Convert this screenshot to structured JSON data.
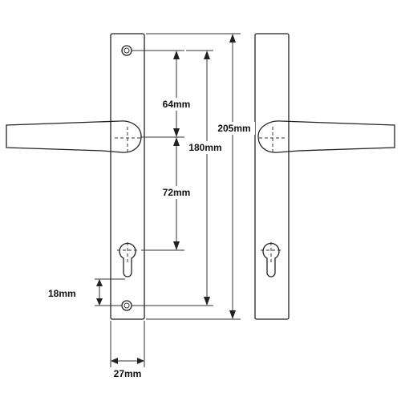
{
  "diagram": {
    "dimensions": {
      "handle_to_top_screw": "64mm",
      "overall_screw_centres": "180mm",
      "backplate_length": "205mm",
      "handle_to_cylinder": "72mm",
      "cylinder_to_bottom_screw": "18mm",
      "backplate_width": "27mm"
    },
    "colors": {
      "line": "#222222",
      "background": "#ffffff"
    }
  }
}
